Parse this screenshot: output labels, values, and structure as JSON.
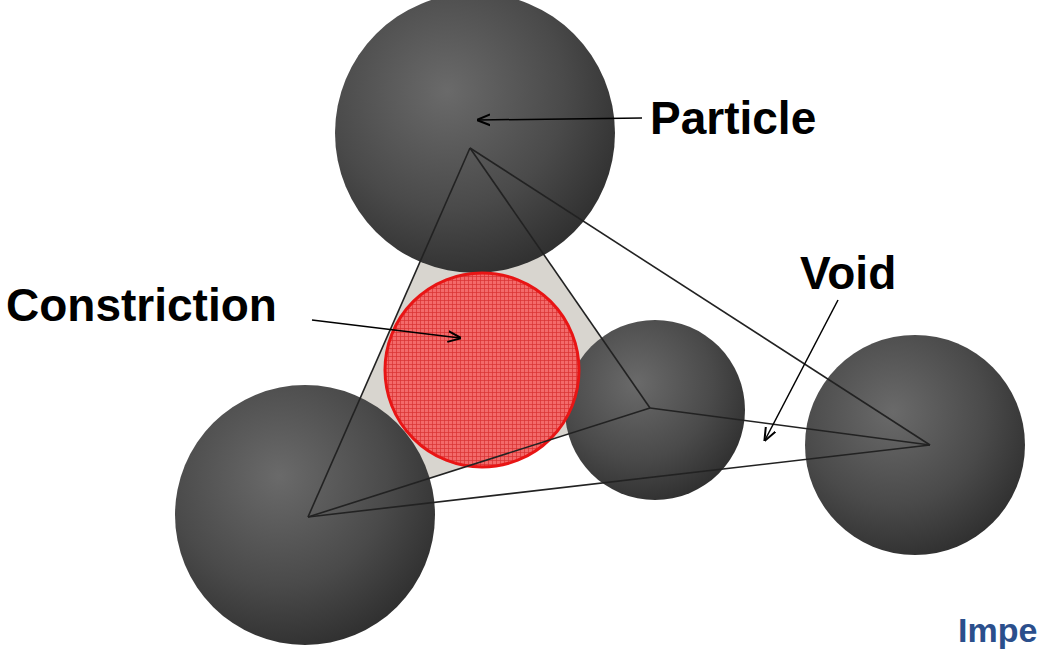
{
  "diagram": {
    "labels": [
      "Particle",
      "Constriction",
      "Void",
      "Impe"
    ]
  }
}
